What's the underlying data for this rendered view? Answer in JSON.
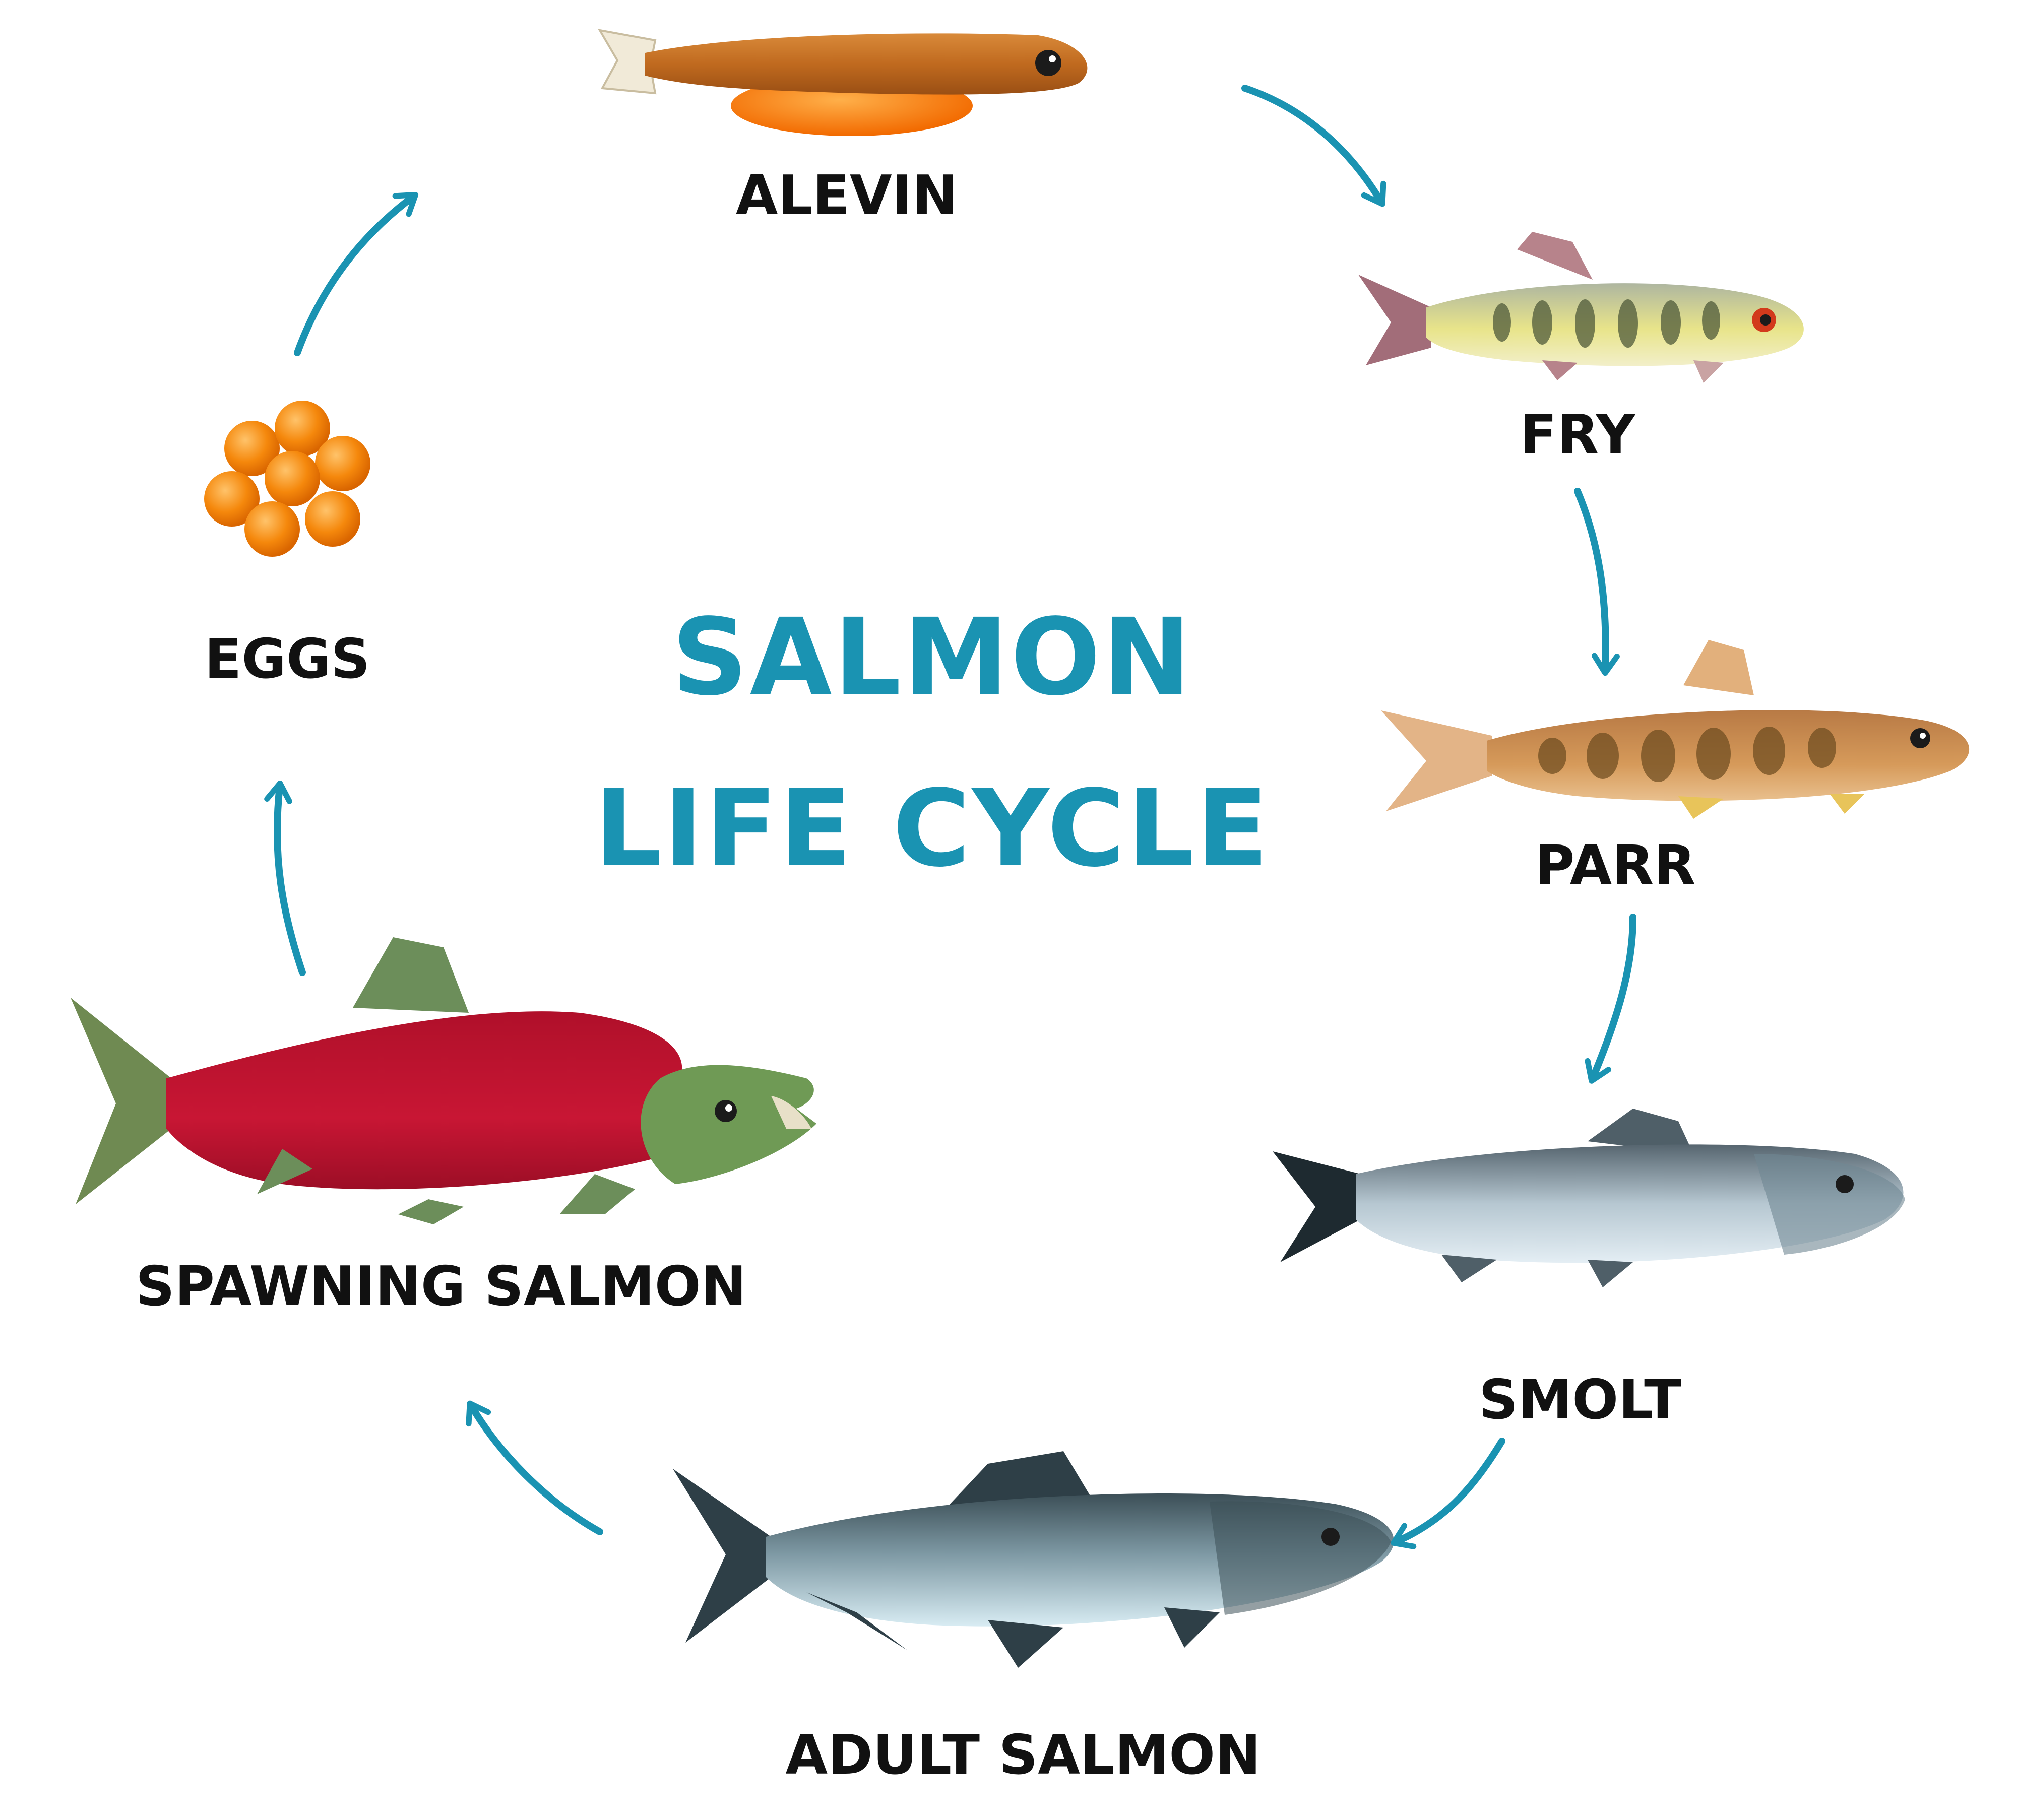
{
  "title": {
    "line1": "SALMON",
    "line2": "LIFE CYCLE"
  },
  "stages": [
    {
      "id": "alevin",
      "label": "ALEVIN"
    },
    {
      "id": "fry",
      "label": "FRY"
    },
    {
      "id": "parr",
      "label": "PARR"
    },
    {
      "id": "smolt",
      "label": "SMOLT"
    },
    {
      "id": "adult",
      "label": "ADULT SALMON"
    },
    {
      "id": "spawning",
      "label": "SPAWNING SALMON"
    },
    {
      "id": "eggs",
      "label": "EGGS"
    }
  ],
  "colors": {
    "accent": "#1a93b2",
    "label": "#111111",
    "background": "#ffffff"
  },
  "icons": [
    "alevin-fish-icon",
    "fry-fish-icon",
    "parr-fish-icon",
    "smolt-fish-icon",
    "adult-salmon-icon",
    "spawning-salmon-icon",
    "eggs-cluster-icon",
    "cycle-arrow-icon"
  ]
}
